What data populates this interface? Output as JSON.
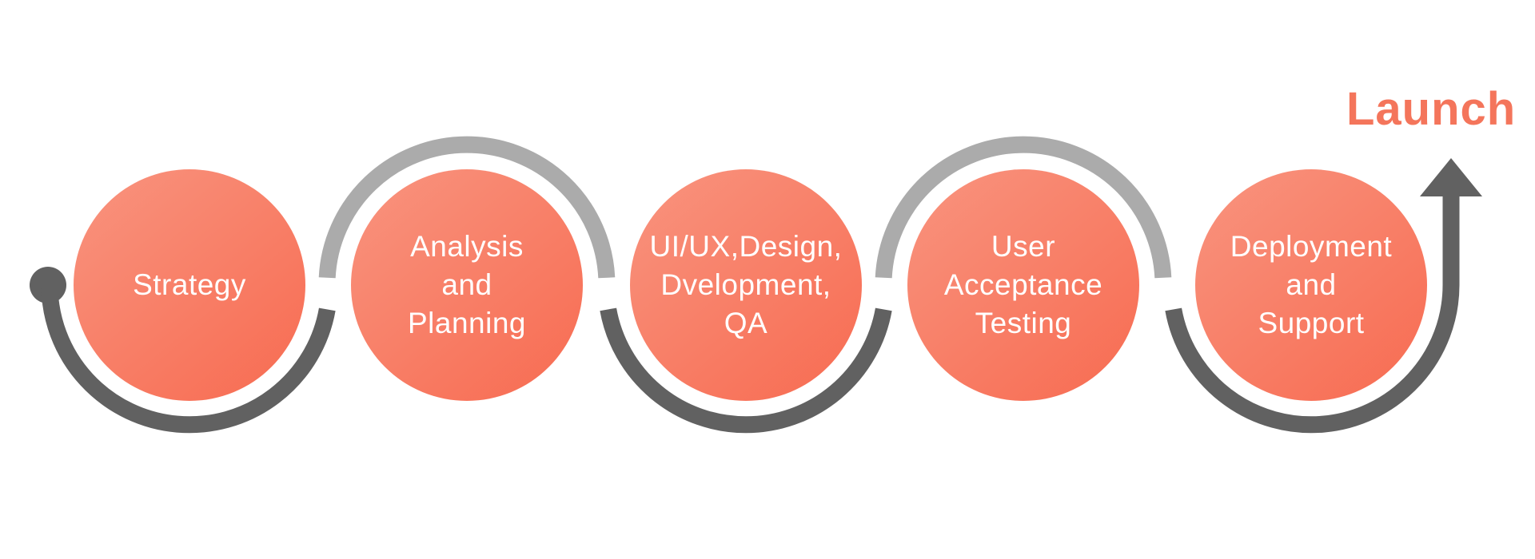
{
  "diagram": {
    "launch_label": "Launch",
    "steps": [
      {
        "label": "Strategy"
      },
      {
        "label": "Analysis\nand\nPlanning"
      },
      {
        "label": "UI/UX,Design,\nDvelopment,\nQA"
      },
      {
        "label": "User\nAcceptance\nTesting"
      },
      {
        "label": "Deployment\nand\nSupport"
      }
    ],
    "icons": {
      "start_dot": "filled-circle-icon",
      "launch_arrow": "arrow-up-icon"
    },
    "colors": {
      "background": "#ffffff",
      "circle_gradient_start": "#f9947f",
      "circle_gradient_end": "#f76b51",
      "circle_text": "#ffffff",
      "connector_dark": "#616161",
      "connector_light": "#ababab",
      "launch_text": "#f4755b"
    }
  }
}
